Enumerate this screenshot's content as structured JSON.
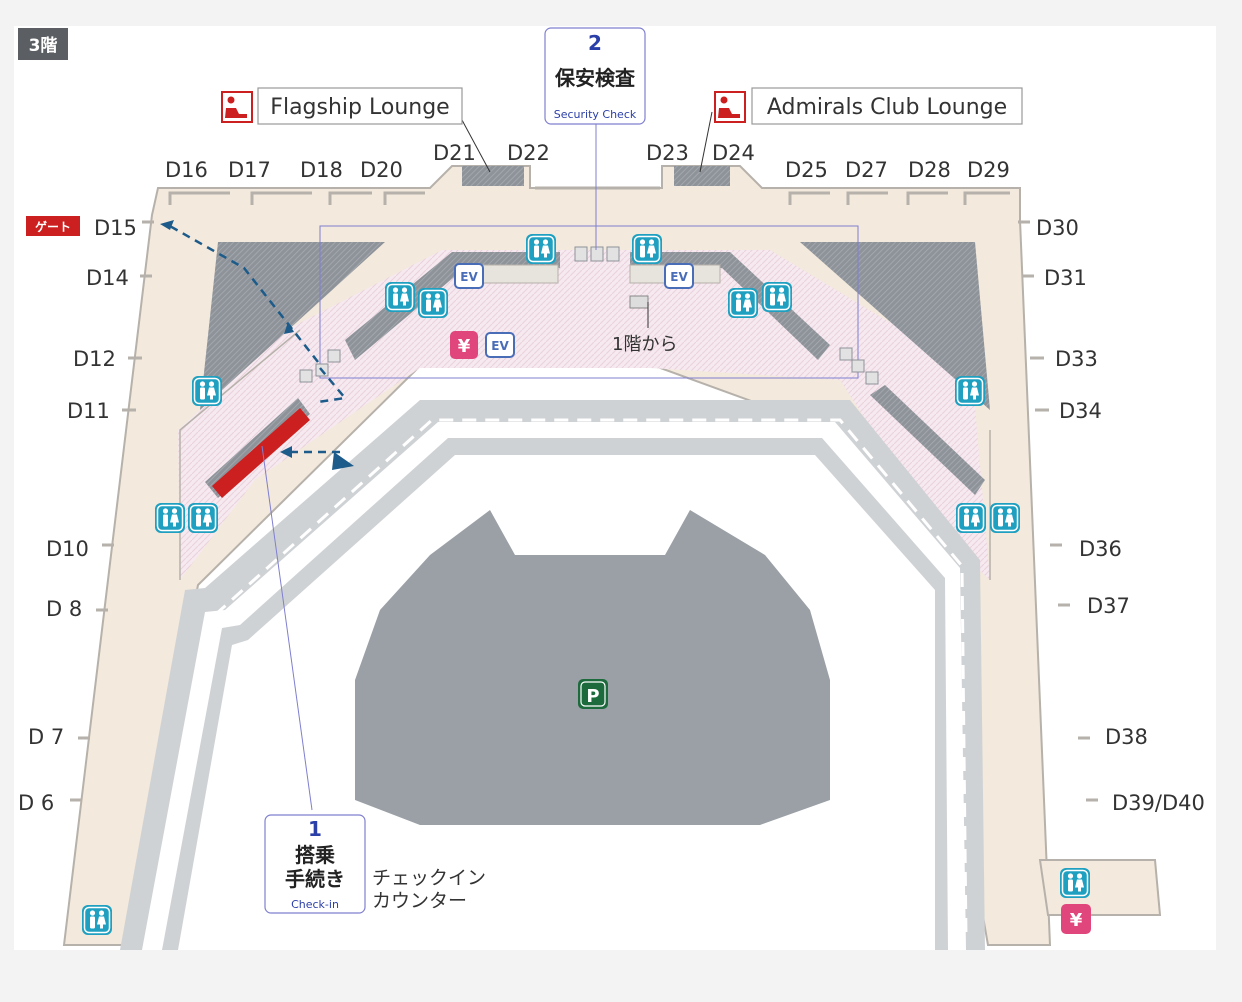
{
  "floor": {
    "label": "3階"
  },
  "gate_tag": {
    "label": "ゲート"
  },
  "gates_left_top": [
    "D16",
    "D17",
    "D18",
    "D20"
  ],
  "gates_left_mid": [
    "D21",
    "D22"
  ],
  "gates_right_mid": [
    "D23",
    "D24"
  ],
  "gates_right_top": [
    "D25",
    "D27",
    "D28",
    "D29"
  ],
  "gates_left_side": [
    "D15",
    "D14",
    "D12",
    "D11",
    "D10",
    "D 8",
    "D 7",
    "D 6"
  ],
  "gates_right_side": [
    "D30",
    "D31",
    "D33",
    "D34",
    "D36",
    "D37",
    "D38",
    "D39/D40"
  ],
  "lounges": {
    "flagship": "Flagship Lounge",
    "admirals": "Admirals Club Lounge"
  },
  "security": {
    "number": "2",
    "title": "保安検査",
    "subtitle": "Security Check"
  },
  "checkin": {
    "number": "1",
    "line1": "搭乗",
    "line2": "手続き",
    "subtitle": "Check-in"
  },
  "checkin_counter": {
    "line1": "チェックイン",
    "line2": "カウンター"
  },
  "from_first_floor": "1階から",
  "icons": {
    "restroom": "restroom-icon",
    "elevator": "EV",
    "currency": "¥",
    "parking": "P",
    "lounge": "lounge-icon"
  },
  "colors": {
    "concourse": "#f3e9dc",
    "secure_area": "#f4e3ea",
    "building": "#8e939a",
    "road": "#cfd2d5",
    "parking_lot": "#9aa0a6",
    "restroom": "#1fa0c0",
    "currency": "#e0457b",
    "red": "#cc1f1f",
    "route": "#1c5b8a",
    "parking_sign": "#1d6a3c"
  }
}
